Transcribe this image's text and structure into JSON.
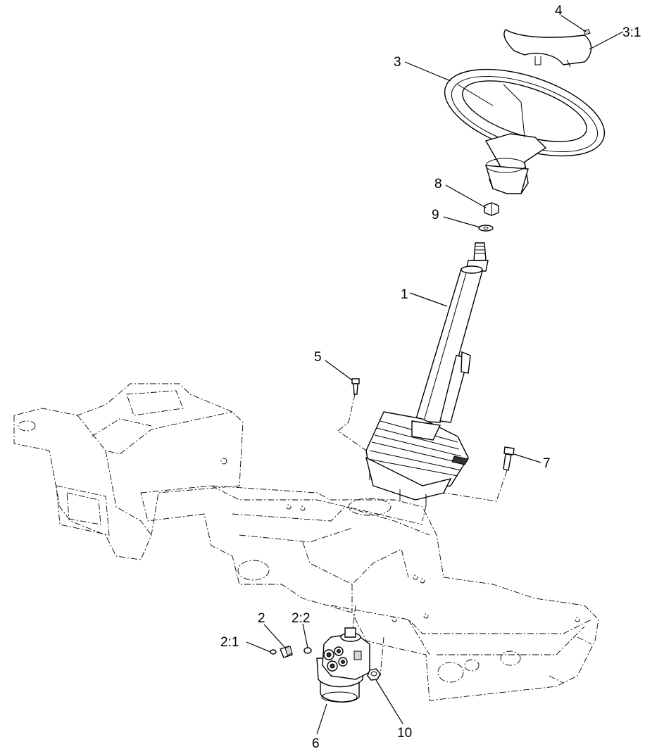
{
  "callouts": {
    "c1": "1",
    "c2": "2",
    "c2_1": "2:1",
    "c2_2": "2:2",
    "c3": "3",
    "c3_1": "3:1",
    "c4": "4",
    "c5": "5",
    "c6": "6",
    "c7": "7",
    "c8": "8",
    "c9": "9",
    "c10": "10"
  }
}
